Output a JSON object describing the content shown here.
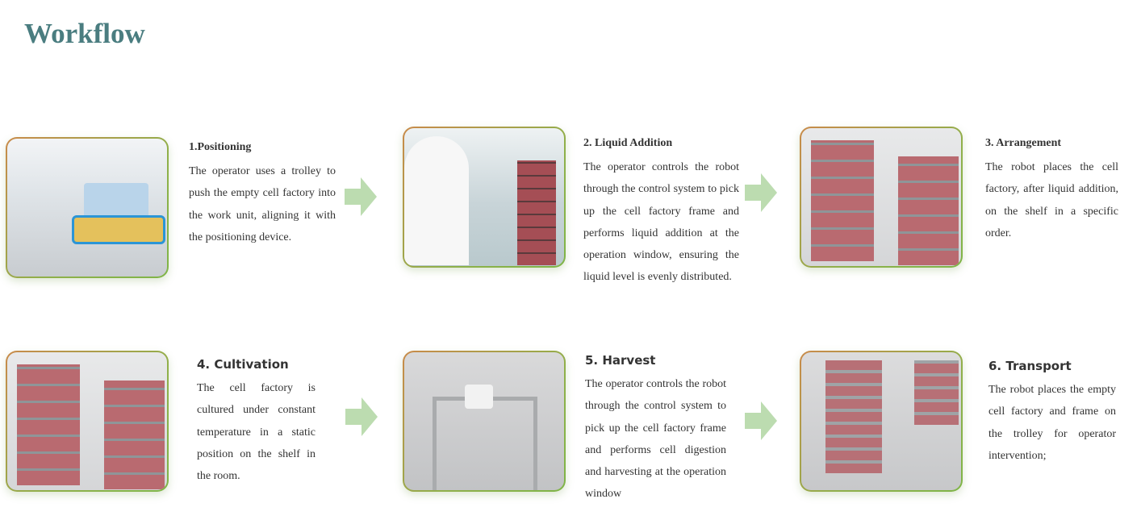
{
  "title": "Workflow",
  "steps": [
    {
      "heading": "1.Positioning",
      "body": "The operator uses a trolley to push the empty cell factory into the work unit, aligning it with the positioning device."
    },
    {
      "heading": "2. Liquid Addition",
      "body": "The operator controls the robot through the control system to pick up the cell factory frame and performs liquid addition at the operation window, ensuring the liquid level is evenly distributed."
    },
    {
      "heading": "3. Arrangement",
      "body": "The robot places the cell factory, after liquid addition, on the shelf in a specific order."
    },
    {
      "heading": "4. Cultivation",
      "body": "The cell factory is cultured under constant temperature in a static position on the shelf in the room."
    },
    {
      "heading": "5. Harvest",
      "body": "The operator controls the robot through the control system to pick up the cell factory frame and performs cell digestion and harvesting at the operation window"
    },
    {
      "heading": "6. Transport",
      "body": "The robot places the empty cell factory and frame on the trolley for operator intervention;"
    }
  ],
  "colors": {
    "title": "#4a7d80",
    "arrow": "#bcdcb0",
    "border_start": "#c98a4a",
    "border_end": "#7fb547"
  },
  "icons": {
    "arrow": "arrow-right-icon"
  }
}
